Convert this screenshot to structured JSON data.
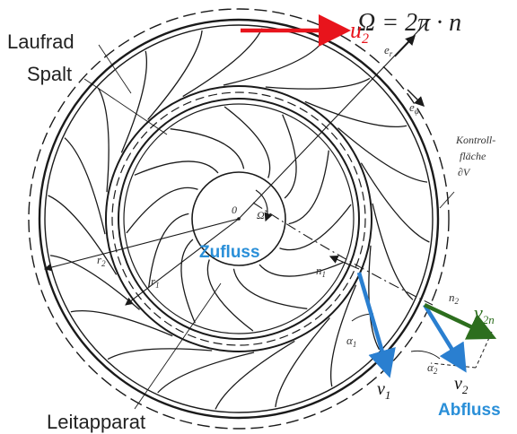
{
  "labels": {
    "laufrad": "Laufrad",
    "spalt": "Spalt",
    "leitapparat": "Leitapparat",
    "zufluss": "Zufluss",
    "abfluss": "Abfluss",
    "kontroll_line1": "Kontroll-",
    "kontroll_line2": "fläche",
    "kontroll_line3": "∂V",
    "omega_equation": "Ω = 2π · n",
    "u2": "u",
    "u2_sub": "2",
    "e_r": "e",
    "e_r_sub": "r",
    "e_phi": "e",
    "e_phi_sub": "φ",
    "origin": "0",
    "omega_small": "Ω",
    "r1": "r",
    "r1_sub": "1",
    "r2": "r",
    "r2_sub": "2",
    "n1": "n",
    "n1_sub": "1",
    "n2": "n",
    "n2_sub": "2",
    "alpha1": "α",
    "alpha1_sub": "1",
    "alpha2": "α",
    "alpha2_sub": "2",
    "v1": "v",
    "v1_sub": "1",
    "v2": "v",
    "v2_sub": "2",
    "v2n": "v",
    "v2n_sub": "2n"
  },
  "colors": {
    "u2_arrow": "#e8141c",
    "blue_arrow": "#2a7fd0",
    "green_arrow": "#2d6e1e",
    "flow_label": "#2a8fd8",
    "line": "#1a1a1a"
  }
}
